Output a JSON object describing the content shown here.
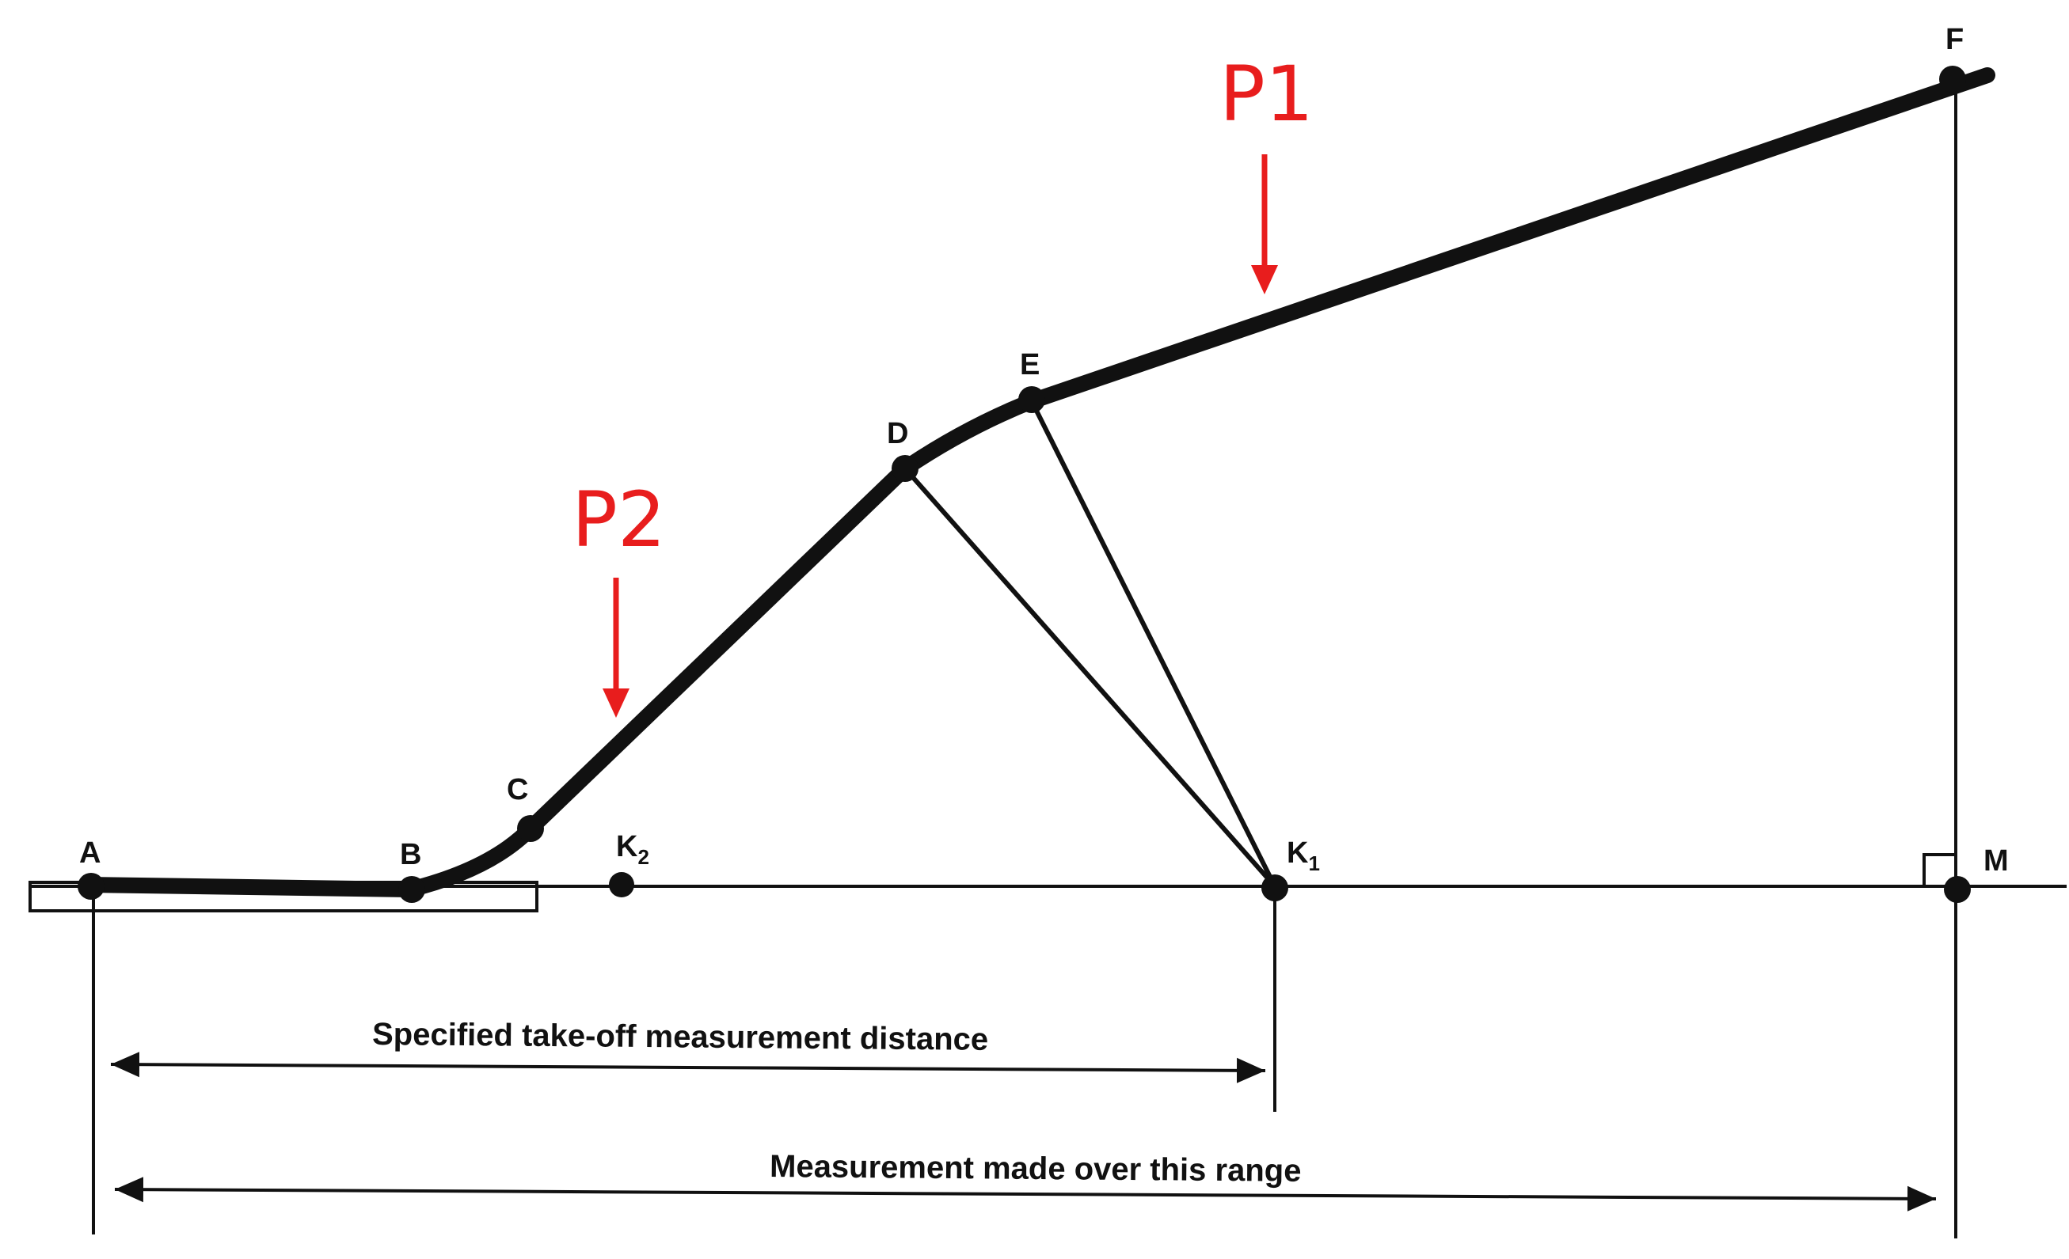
{
  "points": {
    "A": "A",
    "B": "B",
    "C": "C",
    "D": "D",
    "E": "E",
    "F": "F",
    "K2": "K",
    "K2_sub": "2",
    "K1": "K",
    "K1_sub": "1",
    "M": "M"
  },
  "dimensions": {
    "takeoff": "Specified take-off measurement distance",
    "range": "Measurement made over this range"
  },
  "callouts": {
    "p1": "P1",
    "p2": "P2"
  },
  "colors": {
    "ink": "#111111",
    "callout": "#e81d1d"
  }
}
